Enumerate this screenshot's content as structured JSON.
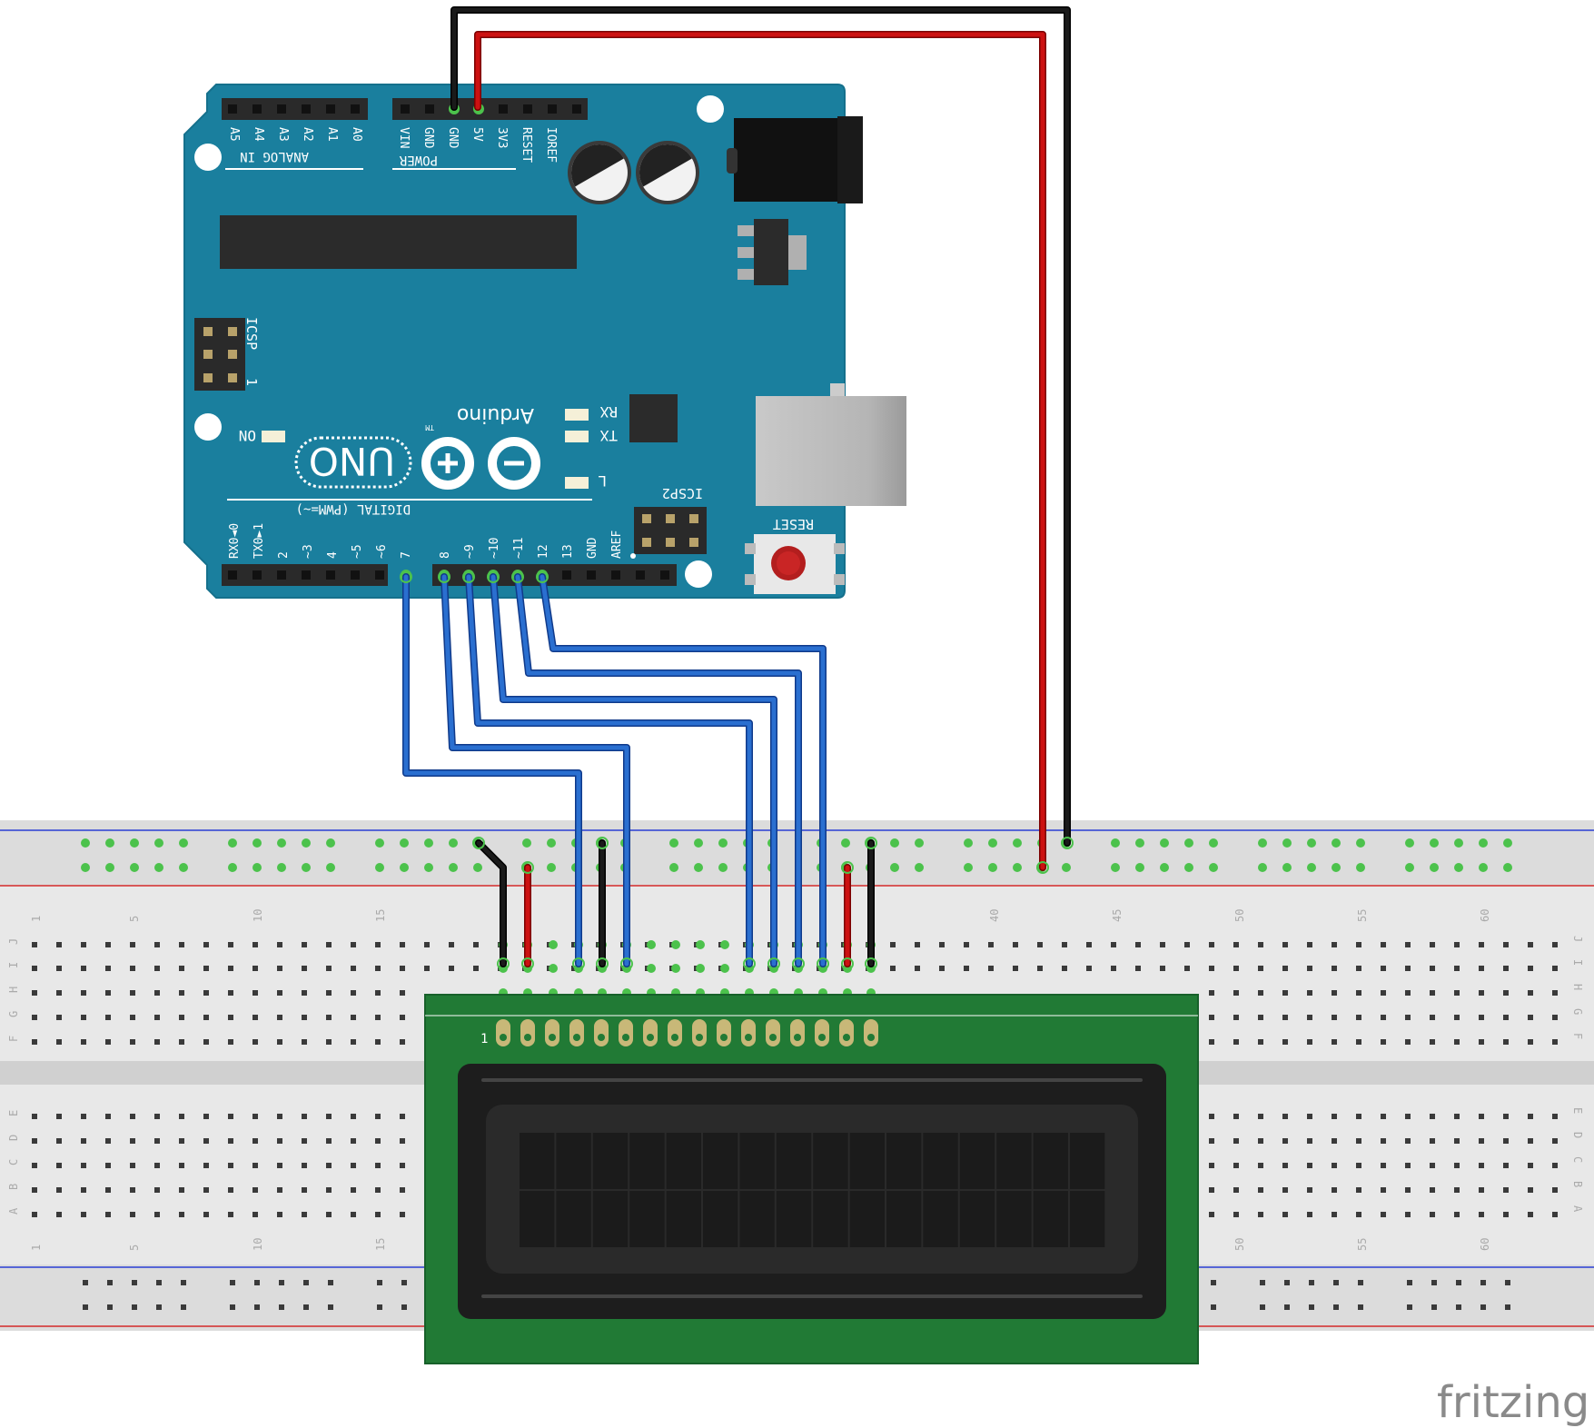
{
  "colors": {
    "arduino_board": "#1a7f9e",
    "breadboard": "#e6e6e6",
    "rail_red": "#d42a2a",
    "rail_blue": "#2a3fd4",
    "wire_red": "#cc1111",
    "wire_black": "#1a1a1a",
    "wire_blue": "#2a6fd0",
    "lcd_pcb": "#217a35",
    "lcd_bezel": "#1d1d1d",
    "lcd_screen": "#2a2a2a"
  },
  "arduino": {
    "analog_pins": [
      "A5",
      "A4",
      "A3",
      "A2",
      "A1",
      "A0"
    ],
    "analog_header_label": "ANALOG IN",
    "power_pins": [
      "VIN",
      "GND",
      "GND",
      "5V",
      "3V3",
      "RESET",
      "IOREF"
    ],
    "power_header_label": "POWER",
    "digital_pins_low": [
      "RX0◄0",
      "TX0►1",
      "2",
      "~3",
      "4",
      "~5",
      "~6",
      "7"
    ],
    "digital_pins_high": [
      "8",
      "~9",
      "~10",
      "~11",
      "12",
      "13",
      "GND",
      "AREF"
    ],
    "digital_header_label": "DIGITAL (PWM=~)",
    "icsp_label": "ICSP",
    "icsp_pin1_label": "1",
    "icsp2_label": "ICSP2",
    "uno_label": "UNO",
    "brand": "Arduino",
    "tm": "TM",
    "on_label": "ON",
    "rx_label": "RX",
    "tx_label": "TX",
    "l_label": "L",
    "reset_label": "RESET"
  },
  "breadboard": {
    "column_numbers": [
      "1",
      "5",
      "10",
      "15",
      "40",
      "45",
      "50",
      "55",
      "60"
    ],
    "row_letters_top": [
      "J",
      "I",
      "H",
      "G",
      "F"
    ],
    "row_letters_bottom": [
      "E",
      "D",
      "C",
      "B",
      "A"
    ]
  },
  "lcd": {
    "pin_count": 16,
    "pin1_label": "1",
    "char_columns": 16,
    "char_rows": 2
  },
  "wiring": {
    "arduino_to_lcd": [
      {
        "arduino_pin": "7",
        "color": "blue"
      },
      {
        "arduino_pin": "8",
        "color": "blue"
      },
      {
        "arduino_pin": "~9",
        "color": "blue"
      },
      {
        "arduino_pin": "~10",
        "color": "blue"
      },
      {
        "arduino_pin": "~11",
        "color": "blue"
      },
      {
        "arduino_pin": "12",
        "color": "blue"
      }
    ],
    "power": [
      {
        "arduino_pin": "5V",
        "color": "red"
      },
      {
        "arduino_pin": "GND",
        "color": "black"
      }
    ]
  },
  "watermark": "fritzing"
}
